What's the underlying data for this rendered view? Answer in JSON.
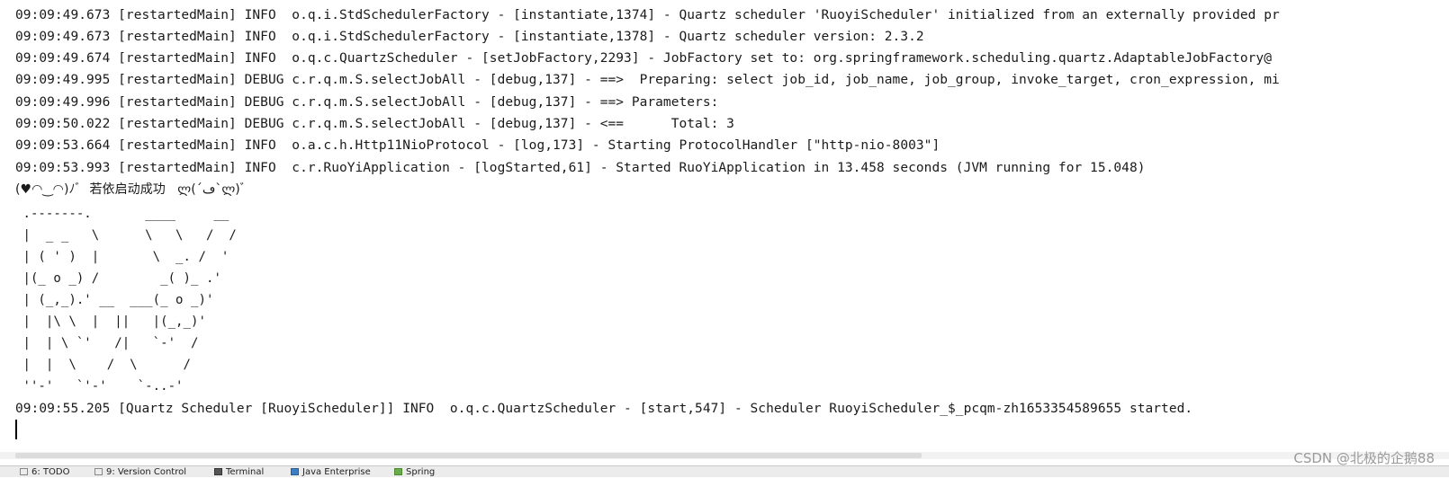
{
  "log_lines": [
    "09:09:49.673 [restartedMain] INFO  o.q.i.StdSchedulerFactory - [instantiate,1374] - Quartz scheduler 'RuoyiScheduler' initialized from an externally provided pr",
    "09:09:49.673 [restartedMain] INFO  o.q.i.StdSchedulerFactory - [instantiate,1378] - Quartz scheduler version: 2.3.2",
    "09:09:49.674 [restartedMain] INFO  o.q.c.QuartzScheduler - [setJobFactory,2293] - JobFactory set to: org.springframework.scheduling.quartz.AdaptableJobFactory@",
    "09:09:49.995 [restartedMain] DEBUG c.r.q.m.S.selectJobAll - [debug,137] - ==>  Preparing: select job_id, job_name, job_group, invoke_target, cron_expression, mi",
    "09:09:49.996 [restartedMain] DEBUG c.r.q.m.S.selectJobAll - [debug,137] - ==> Parameters: ",
    "09:09:50.022 [restartedMain] DEBUG c.r.q.m.S.selectJobAll - [debug,137] - <==      Total: 3",
    "09:09:53.664 [restartedMain] INFO  o.a.c.h.Http11NioProtocol - [log,173] - Starting ProtocolHandler [\"http-nio-8003\"]",
    "09:09:53.993 [restartedMain] INFO  c.r.RuoYiApplication - [logStarted,61] - Started RuoYiApplication in 13.458 seconds (JVM running for 15.048)"
  ],
  "banner": "(♥◠‿◠)ﾉﾞ  若依启动成功   ლ(´ڡ`ლ)ﾞ",
  "ascii_art": [
    " .-------.       ____     __",
    " |  _ _   \\      \\   \\   /  /",
    " | ( ' )  |       \\  _. /  '",
    " |(_ o _) /        _( )_ .'",
    " | (_,_).' __  ___(_ o _)'",
    " |  |\\ \\  |  ||   |(_,_)'",
    " |  | \\ `'   /|   `-'  /",
    " |  |  \\    /  \\      /",
    " ''-'   `'-'    `-..-'"
  ],
  "final_line": "09:09:55.205 [Quartz Scheduler [RuoyiScheduler]] INFO  o.q.c.QuartzScheduler - [start,547] - Scheduler RuoyiScheduler_$_pcqm-zh1653354589655 started.",
  "toolbar": {
    "todo": "6: TODO",
    "vcs": "9: Version Control",
    "terminal": "Terminal",
    "java_enterprise": "Java Enterprise",
    "spring": "Spring"
  },
  "watermark": "CSDN @北极的企鹅88"
}
